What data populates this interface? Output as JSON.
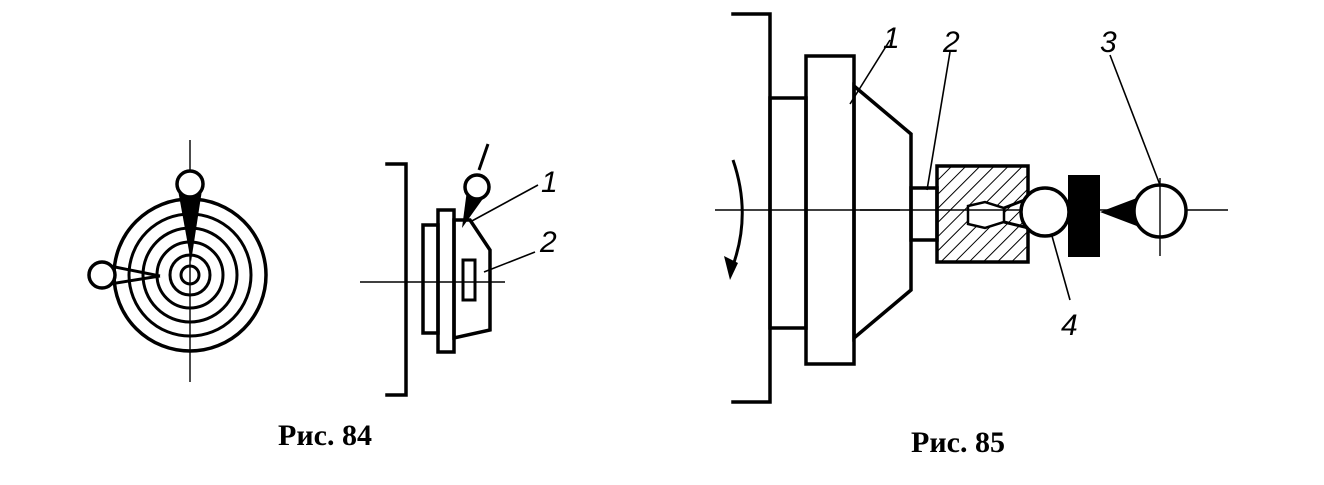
{
  "figures": [
    {
      "caption": "Рис. 84",
      "labels": [
        "1",
        "2"
      ]
    },
    {
      "caption": "Рис. 85",
      "labels": [
        "1",
        "2",
        "3",
        "4"
      ]
    }
  ]
}
